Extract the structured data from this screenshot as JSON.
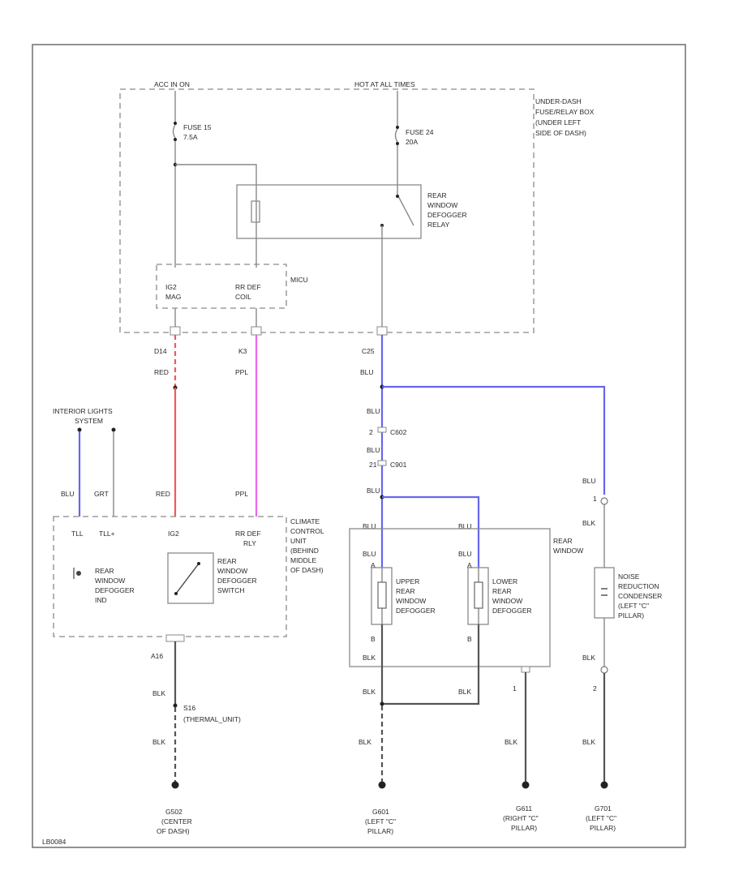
{
  "diagram": {
    "power": {
      "acc": "ACC IN ON",
      "hot": "HOT AT ALL TIMES"
    },
    "underdash": [
      "UNDER-DASH",
      "FUSE/RELAY BOX",
      "(UNDER LEFT",
      "SIDE OF DASH)"
    ],
    "fuse15": [
      "FUSE 15",
      "7.5A"
    ],
    "fuse24": [
      "FUSE 24",
      "20A"
    ],
    "relay": [
      "REAR",
      "WINDOW",
      "DEFOGGER",
      "RELAY"
    ],
    "micu": "MICU",
    "micu_pins": [
      [
        "IG2",
        "MAG"
      ],
      [
        "RR DEF",
        "COIL"
      ]
    ],
    "top_pins": [
      "D14",
      "K3",
      "C25"
    ],
    "wire_colors": {
      "red": "RED",
      "ppl": "PPL",
      "blu": "BLU",
      "grt": "GRT",
      "blk": "BLK"
    },
    "interior": [
      "INTERIOR LIGHTS",
      "SYSTEM"
    ],
    "climate_pins": [
      "TLL",
      "TLL+",
      "IG2",
      "RR DEF",
      "RLY"
    ],
    "climate": [
      "CLIMATE",
      "CONTROL",
      "UNIT",
      "(BEHIND",
      "MIDDLE",
      "OF DASH)"
    ],
    "indicator": [
      "REAR",
      "WINDOW",
      "DEFOGGER",
      "IND"
    ],
    "switch": [
      "REAR",
      "WINDOW",
      "DEFOGGER",
      "SWITCH"
    ],
    "conn1": [
      "2",
      "C602"
    ],
    "conn2": [
      "21",
      "C901"
    ],
    "rear_window": [
      "REAR",
      "WINDOW"
    ],
    "upper": [
      "UPPER",
      "REAR",
      "WINDOW",
      "DEFOGGER"
    ],
    "lower": [
      "LOWER",
      "REAR",
      "WINDOW",
      "DEFOGGER"
    ],
    "noise": [
      "NOISE",
      "REDUCTION",
      "CONDENSER",
      "(LEFT \"C\"",
      "PILLAR)"
    ],
    "pin_numbers": {
      "a": "A",
      "b": "B",
      "one": "1",
      "two": "2"
    },
    "climate_ground_pin": "A16",
    "splice": [
      "S16",
      "(THERMAL_UNIT)"
    ],
    "grounds": [
      [
        "G502",
        "(CENTER",
        "OF DASH)"
      ],
      [
        "G601",
        "(LEFT \"C\"",
        "PILLAR)"
      ],
      [
        "G611",
        "(RIGHT \"C\"",
        "PILLAR)"
      ],
      [
        "G701",
        "(LEFT \"C\"",
        "PILLAR)"
      ]
    ],
    "code": "LB0084"
  },
  "colors": {
    "red_wire": "#ee5a5a",
    "ppl_wire": "#ee66ee",
    "blu_wire": "#6666ee",
    "blk_wire": "#555555"
  }
}
